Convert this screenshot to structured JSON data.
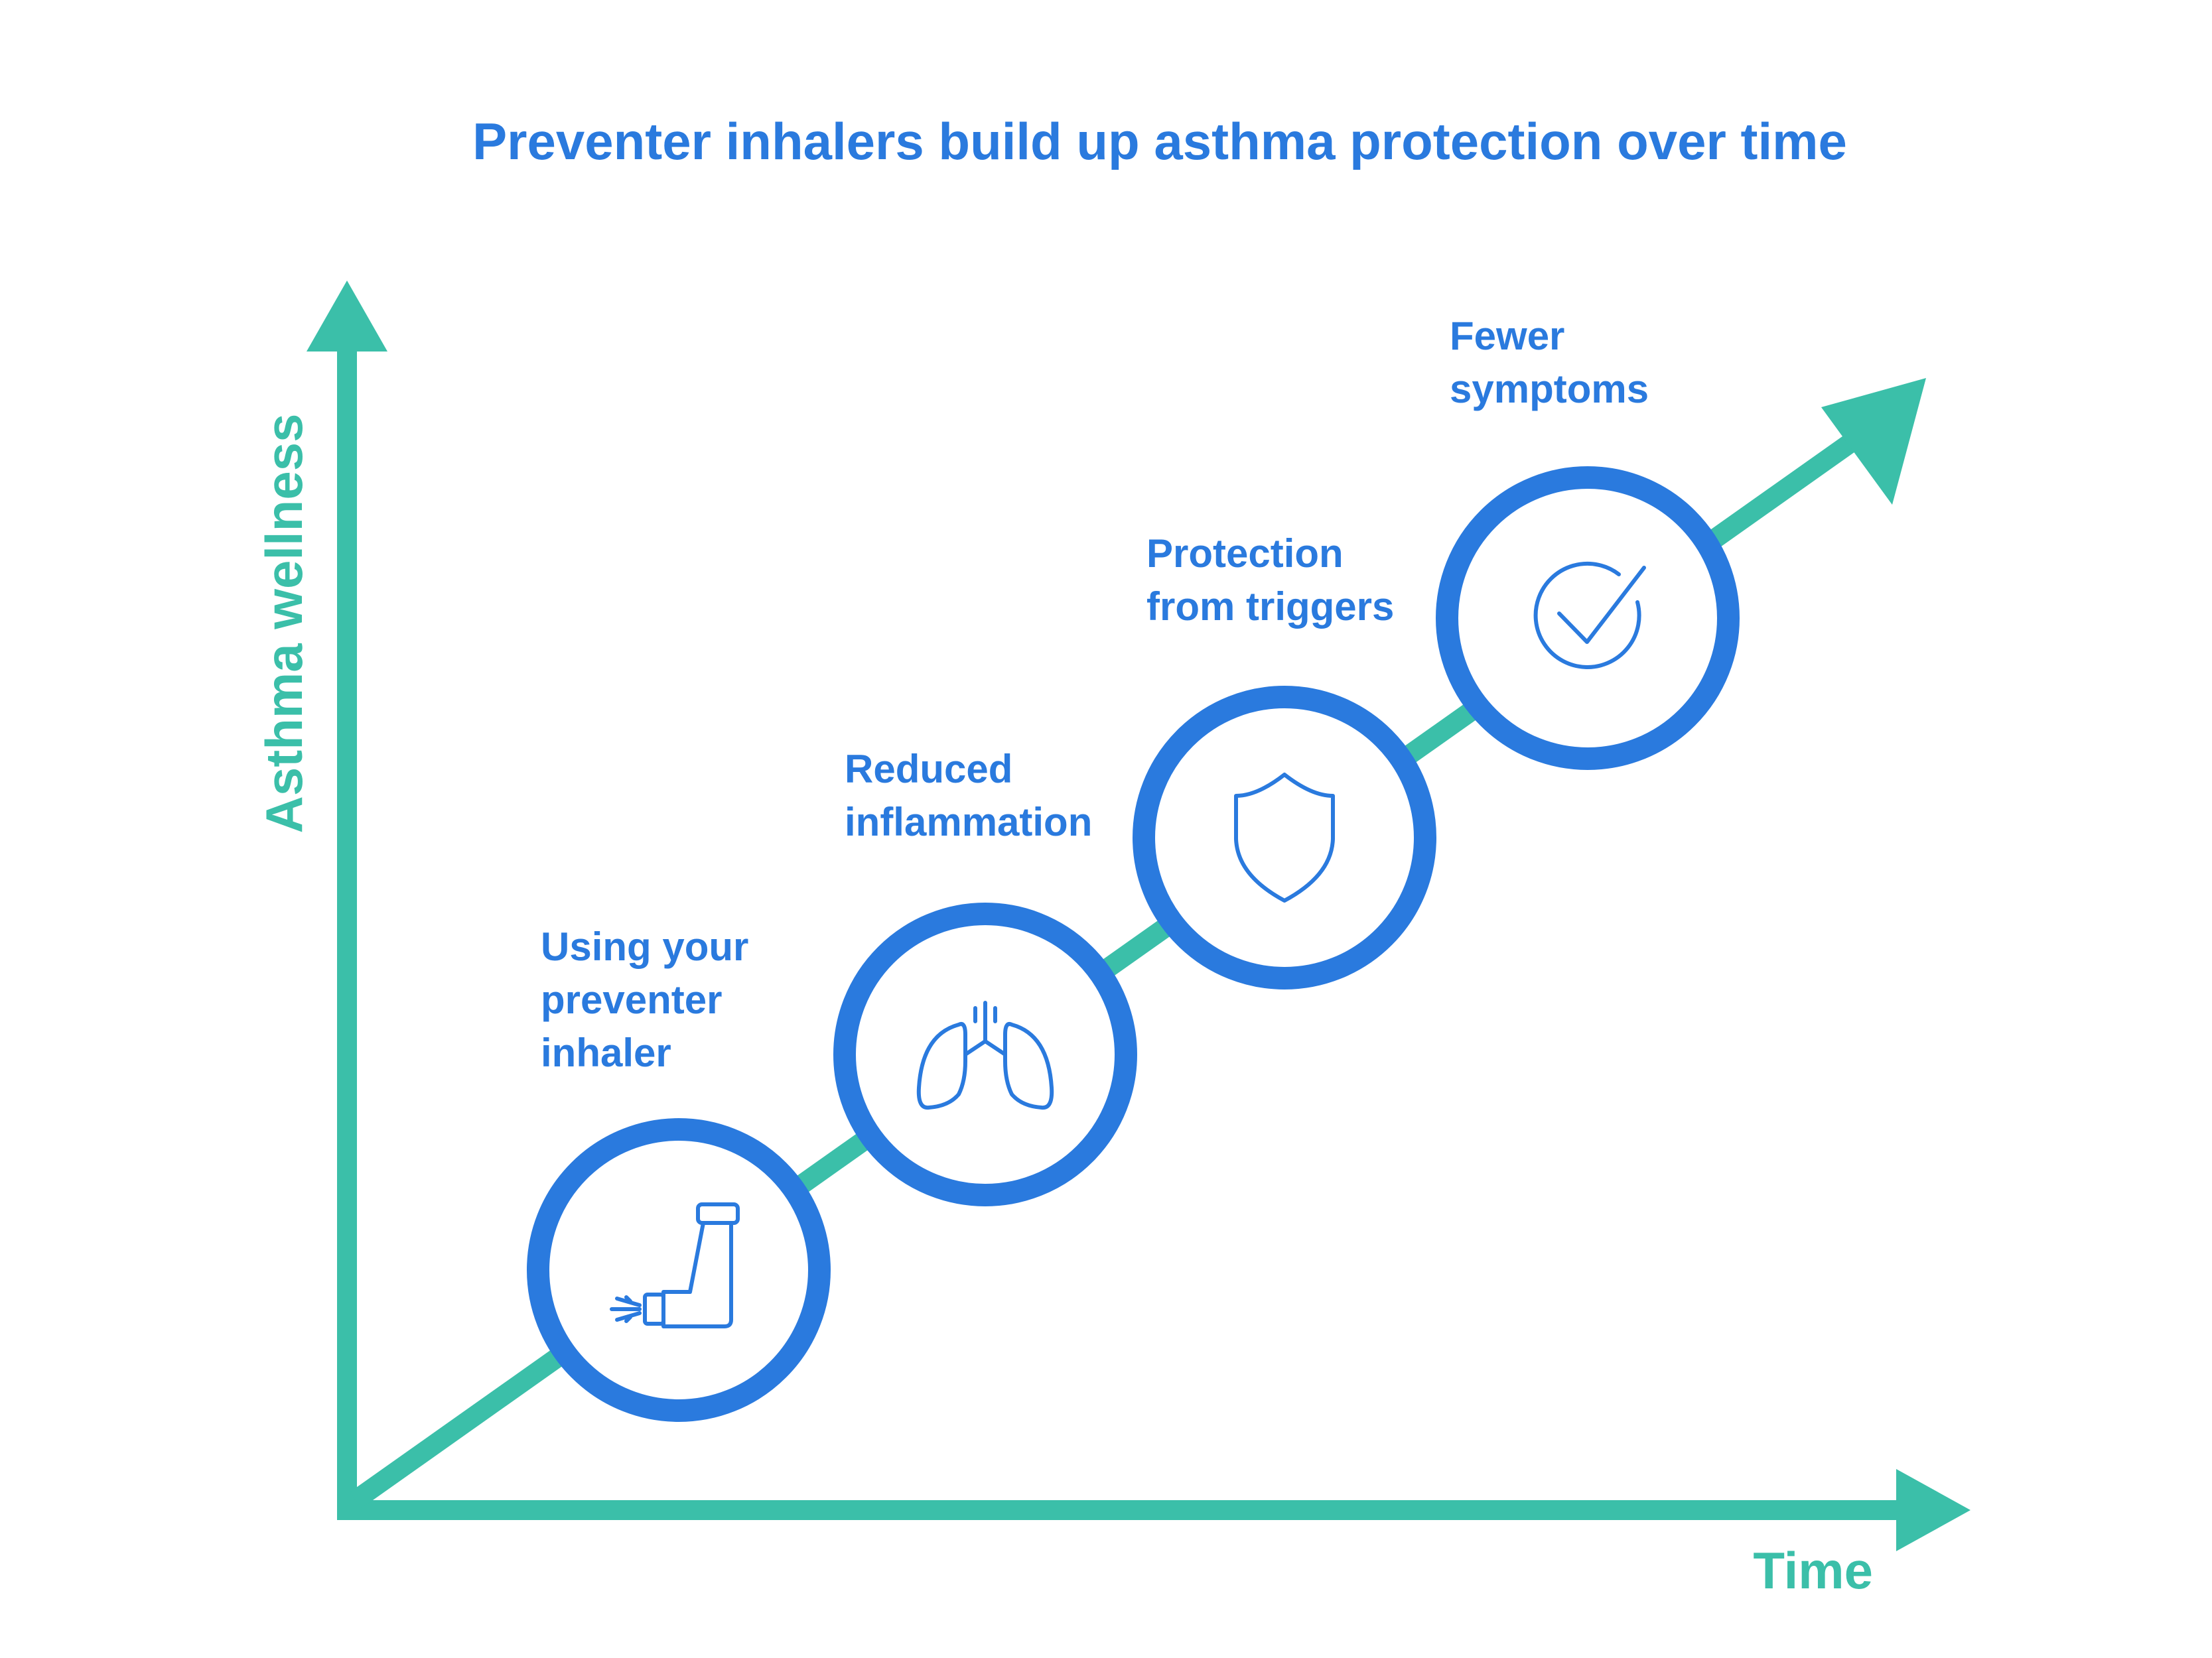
{
  "title": "Preventer inhalers build up asthma protection over time",
  "axes": {
    "y_label": "Asthma wellness",
    "x_label": "Time"
  },
  "steps": [
    {
      "lines": [
        "Using your",
        "preventer",
        "inhaler"
      ],
      "icon": "inhaler-icon"
    },
    {
      "lines": [
        "Reduced",
        "inflammation"
      ],
      "icon": "lungs-icon"
    },
    {
      "lines": [
        "Protection",
        "from triggers"
      ],
      "icon": "shield-icon"
    },
    {
      "lines": [
        "Fewer",
        "symptoms"
      ],
      "icon": "check-circle-icon"
    }
  ],
  "colors": {
    "title": "#2a7ade",
    "axis": "#3bbfa9",
    "circle": "#2a7ade",
    "icon": "#2a7ade",
    "label": "#2a7ade"
  }
}
